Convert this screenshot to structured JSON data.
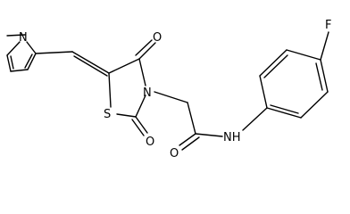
{
  "molecule": {
    "atoms": {
      "n_pyrrole": "N",
      "n_ring": "N",
      "s_ring": "S",
      "o_c4": "O",
      "o_c2": "O",
      "o_amide": "O",
      "nh_amide": "NH",
      "f": "F"
    }
  }
}
